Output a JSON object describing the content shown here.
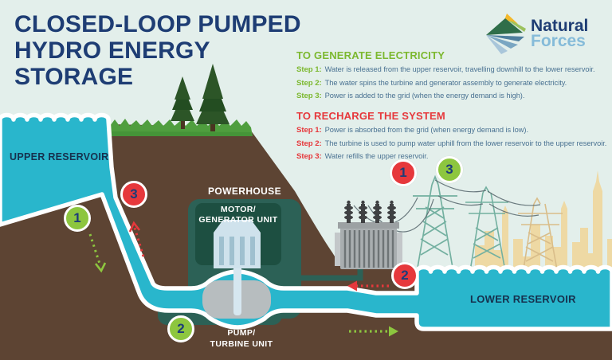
{
  "title": {
    "line1": "CLOSED-LOOP PUMPED",
    "line2": "HYDRO ENERGY STORAGE"
  },
  "logo": {
    "word1": "Natural",
    "word2": "Forces"
  },
  "generate": {
    "heading": "TO GENERATE ELECTRICITY",
    "steps": [
      {
        "label": "Step 1:",
        "text": "Water is released from the upper reservoir, travelling downhill to the lower reservoir."
      },
      {
        "label": "Step 2:",
        "text": "The water spins the turbine and generator assembly to generate electricity."
      },
      {
        "label": "Step 3:",
        "text": "Power is added to the grid (when the energy demand is high)."
      }
    ]
  },
  "recharge": {
    "heading": "TO RECHARGE THE SYSTEM",
    "steps": [
      {
        "label": "Step 1:",
        "text": "Power is absorbed from the grid (when energy demand is low)."
      },
      {
        "label": "Step 2:",
        "text": "The turbine is used to pump water uphill from the lower reservoir to the upper reservoir."
      },
      {
        "label": "Step 3:",
        "text": "Water refills the upper reservoir."
      }
    ]
  },
  "diagram": {
    "upper_reservoir": "UPPER RESERVOIR",
    "lower_reservoir": "LOWER RESERVOIR",
    "powerhouse": "POWERHOUSE",
    "motor_line1": "MOTOR/",
    "motor_line2": "GENERATOR UNIT",
    "pump_line1": "PUMP/",
    "pump_line2": "TURBINE UNIT",
    "markers": {
      "generate_1": "1",
      "generate_2": "2",
      "generate_3": "3",
      "recharge_1": "1",
      "recharge_2": "2",
      "recharge_3": "3"
    }
  },
  "colors": {
    "accent_green": "#7cb82f",
    "accent_red": "#e6383c",
    "navy": "#1e3d74",
    "water": "#29b6cc",
    "earth": "#5d4433",
    "powerhouse_teal": "#2c6156"
  }
}
